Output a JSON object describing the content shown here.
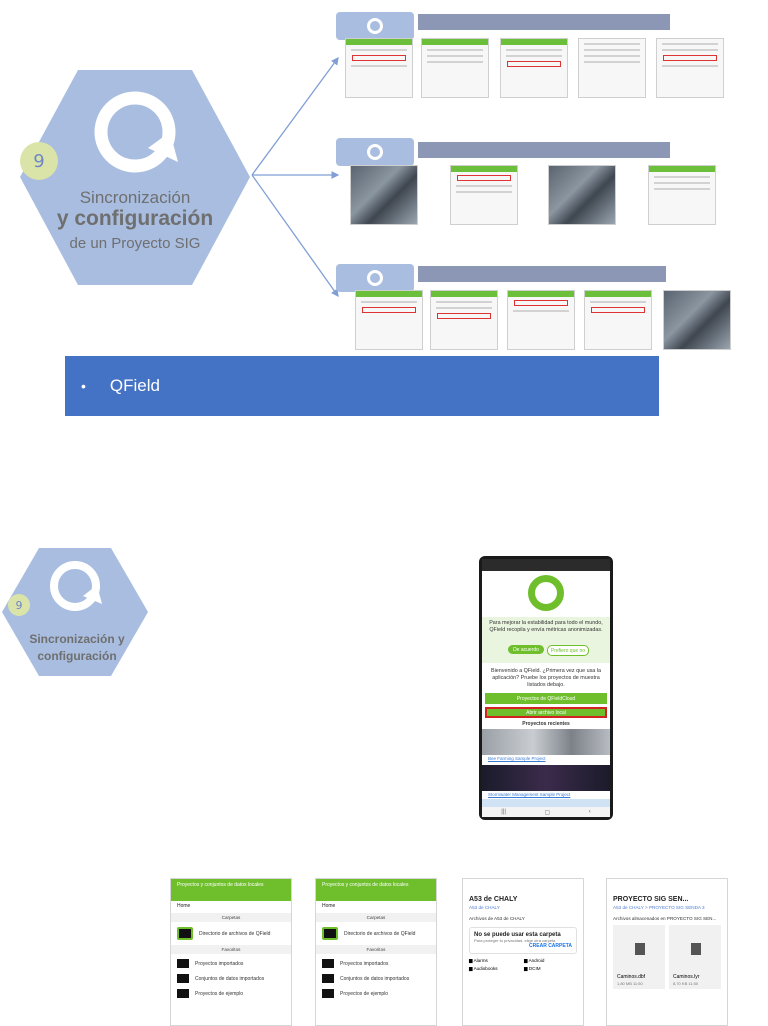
{
  "hex_big": {
    "number": "9",
    "title_line1": "Sincronización",
    "title_line2": "y configuración",
    "title_line3": "de un Proyecto SIG"
  },
  "hex_small": {
    "number": "9",
    "title_line1": "Sincronización y",
    "title_line2": "configuración"
  },
  "colors": {
    "hex_fill": "#a8bde0",
    "banner": "#4472c4",
    "qfield_green": "#6fbf2c",
    "number_circle": "#dbe4a8"
  },
  "banner": {
    "bullet": "•",
    "text": "QField"
  },
  "phone": {
    "consent_text": "Para mejorar la estabilidad para todo el mundo, QField recopila y envía métricas anonimizadas.",
    "agree_button": "De acuerdo",
    "decline_button": "Prefiero que no",
    "welcome_text": "Bienvenido a QField. ¿Primera vez que usa la aplicación? Pruebe los proyectos de muestra listados debajo.",
    "cloud_projects_button": "Proyectos de QFieldCloud",
    "open_local_button": "Abrir archivo local",
    "recent_projects_header": "Proyectos recientes",
    "recent_project_1": "Bee Farming Sample Project",
    "recent_project_2": "Stormwater Management Sample Project"
  },
  "mini_screens": [
    {
      "title": "Proyectos y conjuntos de datos locales",
      "home": "Home",
      "sections": [
        {
          "header": "Carpetas",
          "items": [
            "Directorio de archivos de QField"
          ]
        },
        {
          "header": "Favoritos",
          "items": [
            "Proyectos importados",
            "Conjuntos de datos importados",
            "Proyectos de ejemplo"
          ]
        }
      ]
    },
    {
      "title": "Proyectos y conjuntos de datos locales",
      "home": "Home",
      "sections": [
        {
          "header": "Carpetas",
          "items": [
            "Directorio de archivos de QField"
          ]
        },
        {
          "header": "Favoritos",
          "items": [
            "Proyectos importados",
            "Conjuntos de datos importados",
            "Proyectos de ejemplo"
          ]
        }
      ]
    },
    {
      "title": "A53 de CHALY",
      "breadcrumb": "A53 de CHALY",
      "folder_label": "Archivos de A53 de CHALY",
      "notice_title": "No se puede usar esta carpeta",
      "notice_body": "Para proteger tu privacidad, elige otra carpeta",
      "action": "CREAR CARPETA",
      "folders": [
        "Alarms",
        "Android",
        "Audiobooks",
        "DCIM"
      ]
    },
    {
      "title": "PROYECTO SIG SEN...",
      "breadcrumb": "A53 de CHALY  >  PROYECTO SIG SENDA 3",
      "folder_label": "Archivos almacenados en PROYECTO SIG SEN...",
      "files": [
        {
          "name": "Caminos.dbf",
          "meta": "1,80 MB 11:50"
        },
        {
          "name": "Caminos.lyr",
          "meta": "8,70 KB 11:50"
        }
      ]
    }
  ]
}
